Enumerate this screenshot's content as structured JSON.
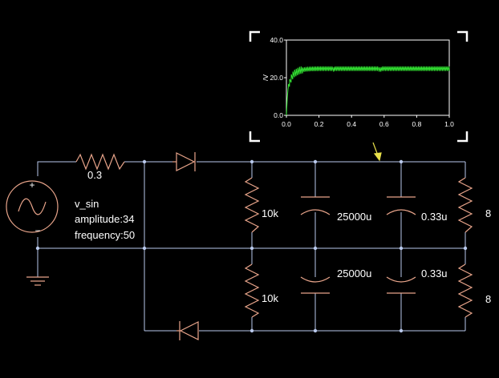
{
  "colors": {
    "background": "#000000",
    "wire": "#b9c9ec",
    "component": "#e8a48a",
    "node": "#b9c9ec",
    "text": "#ffffff",
    "trace": "#33e633",
    "probe_arrow": "#e8e04a",
    "scope_frame": "#ffffff"
  },
  "source": {
    "name": "v_sin",
    "amplitude_label": "amplitude:34",
    "frequency_label": "frequency:50",
    "plus": "+",
    "minus": "−"
  },
  "series_resistor": {
    "label": "0.3"
  },
  "branches": {
    "top": {
      "resistor": "10k",
      "cap1": "25000u",
      "cap2": "0.33u",
      "load": "8"
    },
    "bottom": {
      "resistor": "10k",
      "cap1": "25000u",
      "cap2": "0.33u",
      "load": "8"
    }
  },
  "chart_data": {
    "type": "line",
    "title": "",
    "xlabel": "",
    "ylabel": "/V",
    "xlim": [
      0.0,
      1.0
    ],
    "ylim": [
      0.0,
      40.0
    ],
    "x_ticks": [
      "0.0",
      "0.2",
      "0.4",
      "0.6",
      "0.8",
      "1.0"
    ],
    "y_ticks": [
      "0.0",
      "20.0",
      "40.0"
    ],
    "grid": false,
    "series": [
      {
        "x": [
          0.0,
          0.005,
          0.01,
          0.015,
          0.02,
          0.03,
          0.04,
          0.05,
          0.06,
          0.08,
          0.1,
          0.12,
          0.15,
          0.2,
          0.3,
          0.4,
          0.5,
          0.6,
          0.7,
          0.8,
          0.9,
          1.0
        ],
        "values": [
          0.0,
          9,
          14,
          16.5,
          17,
          19.5,
          21,
          22,
          22.5,
          23.5,
          24,
          24.3,
          24.5,
          24.6,
          24.6,
          24.6,
          24.6,
          24.6,
          24.6,
          24.6,
          24.6,
          24.6
        ],
        "ripple": 1.4
      }
    ]
  }
}
